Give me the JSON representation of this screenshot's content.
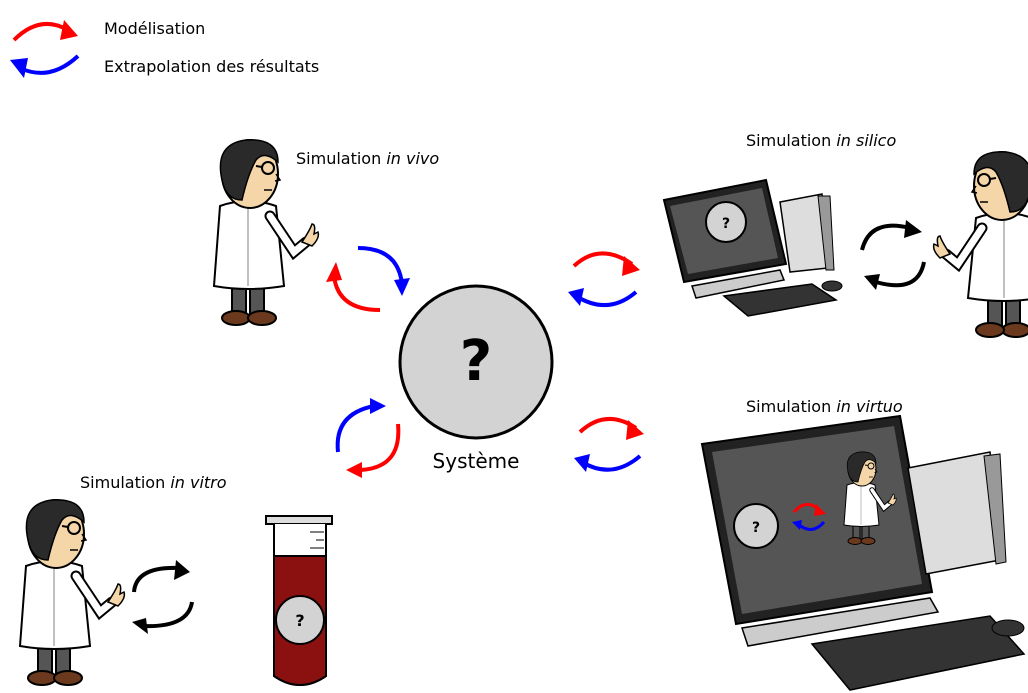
{
  "legend": {
    "modeling_label": "Modélisation",
    "extrapolation_label": "Extrapolation des résultats"
  },
  "labels": {
    "in_vivo_prefix": "Simulation ",
    "in_vivo_suffix": "in vivo",
    "in_silico_prefix": "Simulation ",
    "in_silico_suffix": "in silico",
    "in_virtuo_prefix": "Simulation ",
    "in_virtuo_suffix": "in virtuo",
    "in_vitro_prefix": "Simulation ",
    "in_vitro_suffix": "in vitro"
  },
  "system": {
    "label": "Système",
    "mark": "?"
  },
  "unknown_mark": "?",
  "colors": {
    "modeling": "#ff0000",
    "extrapolation": "#0000ff",
    "neutral": "#000000",
    "system_fill": "#d3d3d3",
    "tube_liquid": "#8b1010"
  }
}
